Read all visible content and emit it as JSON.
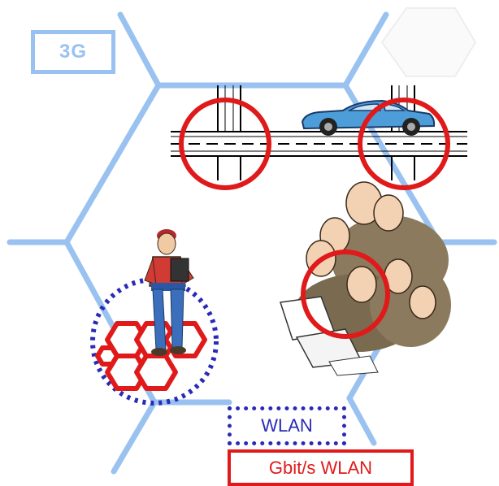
{
  "labels": {
    "cell_3g": "3G",
    "wlan": "WLAN",
    "gbit_wlan": "Gbit/s WLAN"
  },
  "colors": {
    "cell_lines": "#99c2f0",
    "wlan_coverage": "#2a2ab8",
    "gbit_coverage": "#e01a1a",
    "background": "#ffffff"
  },
  "icons": [
    "car-icon",
    "road-intersection-icon",
    "standing-worker-icon",
    "office-crowd-icon"
  ]
}
